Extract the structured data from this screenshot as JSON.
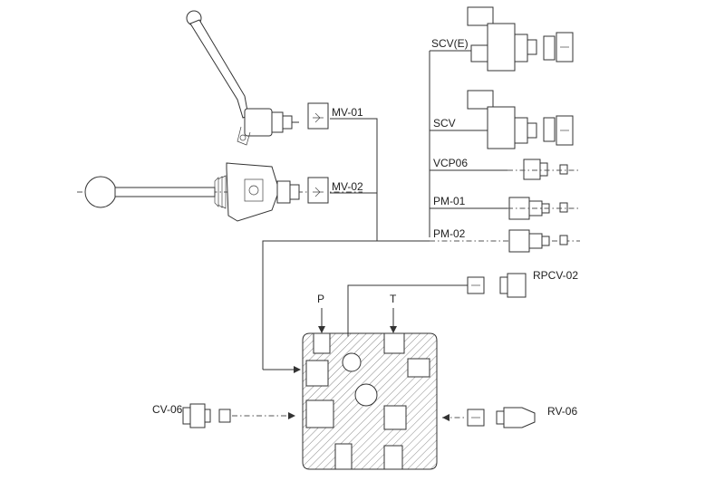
{
  "labels": {
    "mv01": "MV-01",
    "mv02": "MV-02",
    "scve": "SCV(E)",
    "scv": "SCV",
    "vcp06": "VCP06",
    "pm01": "PM-01",
    "pm02": "PM-02",
    "rpcv02": "RPCV-02",
    "port_p": "P",
    "port_t": "T",
    "cv06": "CV-06",
    "rv06": "RV-06"
  },
  "colors": {
    "line": "#333333",
    "hatch": "#888888",
    "background": "#ffffff"
  }
}
